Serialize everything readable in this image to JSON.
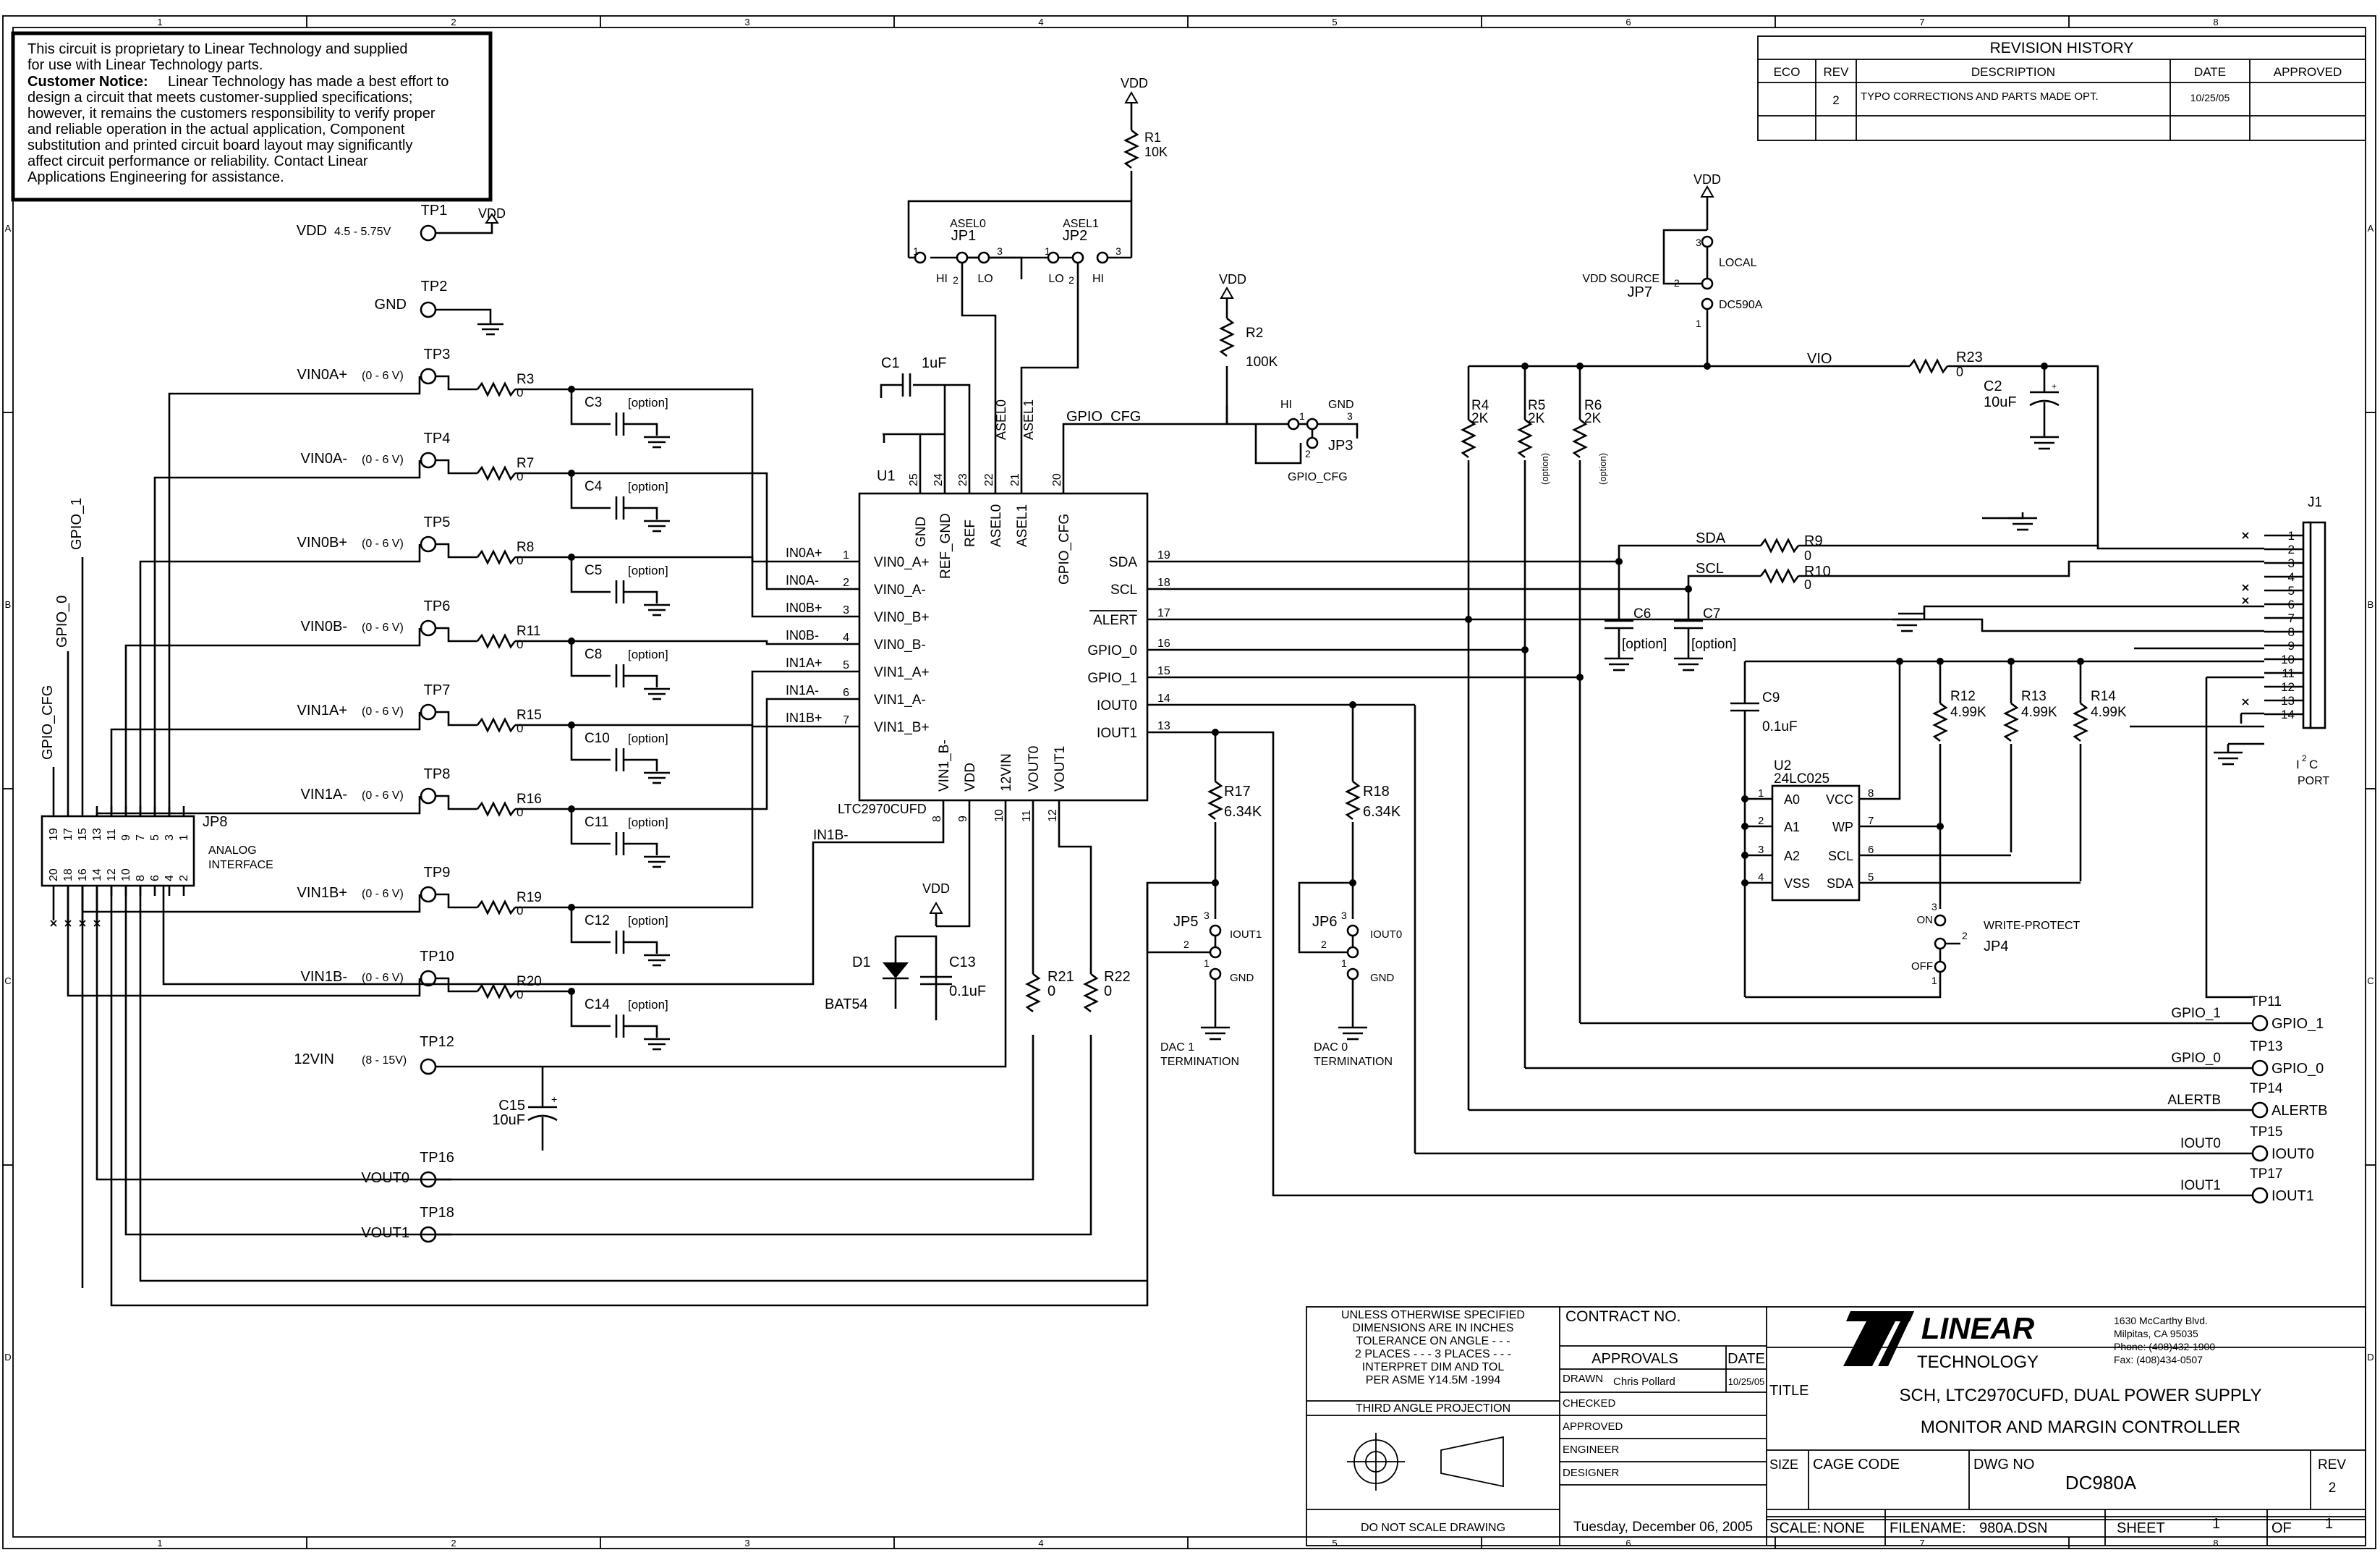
{
  "border": {
    "cols": [
      "1",
      "2",
      "3",
      "4",
      "5",
      "6",
      "7",
      "8"
    ],
    "rows": [
      "A",
      "B",
      "C",
      "D"
    ]
  },
  "notice": {
    "line1": "This circuit is proprietary to Linear Technology and supplied",
    "line2": "for use with Linear Technology parts.",
    "title": "Customer Notice:",
    "line3": "Linear Technology has made a best effort to",
    "line4": "design a circuit that meets customer-supplied specifications;",
    "line5": "however, it remains the customers responsibility to verify proper",
    "line6": "and reliable operation in the actual application, Component",
    "line7": "substitution and printed circuit board layout may significantly",
    "line8": "affect circuit performance or reliability. Contact Linear",
    "line9": "Applications Engineering for assistance."
  },
  "revision": {
    "title": "REVISION HISTORY",
    "headers": [
      "ECO",
      "REV",
      "DESCRIPTION",
      "DATE",
      "APPROVED"
    ],
    "row": {
      "eco": "",
      "rev": "2",
      "description": "TYPO CORRECTIONS AND PARTS MADE OPT.",
      "date": "10/25/05",
      "approved": ""
    }
  },
  "testpoints": [
    {
      "tp": "TP1",
      "net": "VDD",
      "range": "4.5 - 5.75V"
    },
    {
      "tp": "TP2",
      "net": "GND",
      "range": ""
    },
    {
      "tp": "TP3",
      "net": "VIN0A+",
      "range": "(0 - 6 V)"
    },
    {
      "tp": "TP4",
      "net": "VIN0A-",
      "range": "(0 - 6 V)"
    },
    {
      "tp": "TP5",
      "net": "VIN0B+",
      "range": "(0 - 6 V)"
    },
    {
      "tp": "TP6",
      "net": "VIN0B-",
      "range": "(0 - 6 V)"
    },
    {
      "tp": "TP7",
      "net": "VIN1A+",
      "range": "(0 - 6 V)"
    },
    {
      "tp": "TP8",
      "net": "VIN1A-",
      "range": "(0 - 6 V)"
    },
    {
      "tp": "TP9",
      "net": "VIN1B+",
      "range": "(0 - 6 V)"
    },
    {
      "tp": "TP10",
      "net": "VIN1B-",
      "range": "(0 - 6 V)"
    },
    {
      "tp": "TP12",
      "net": "12VIN",
      "range": "(8 - 15V)"
    },
    {
      "tp": "TP16",
      "net": "VOUT0",
      "range": ""
    },
    {
      "tp": "TP18",
      "net": "VOUT1",
      "range": ""
    }
  ],
  "input_rc": [
    {
      "r": "R3",
      "rv": "0",
      "c": "C3",
      "cv": "[option]"
    },
    {
      "r": "R7",
      "rv": "0",
      "c": "C4",
      "cv": "[option]"
    },
    {
      "r": "R8",
      "rv": "0",
      "c": "C5",
      "cv": "[option]"
    },
    {
      "r": "R11",
      "rv": "0",
      "c": "C8",
      "cv": "[option]"
    },
    {
      "r": "R15",
      "rv": "0",
      "c": "C10",
      "cv": "[option]"
    },
    {
      "r": "R16",
      "rv": "0",
      "c": "C11",
      "cv": "[option]"
    },
    {
      "r": "R19",
      "rv": "0",
      "c": "C12",
      "cv": "[option]"
    },
    {
      "r": "R20",
      "rv": "0",
      "c": "C14",
      "cv": "[option]"
    }
  ],
  "jp8": {
    "ref": "JP8",
    "label1": "ANALOG",
    "label2": "INTERFACE",
    "top_pins": [
      "19",
      "17",
      "15",
      "13",
      "11",
      "9",
      "7",
      "5",
      "3",
      "1"
    ],
    "bottom_pins": [
      "20",
      "18",
      "16",
      "14",
      "12",
      "10",
      "8",
      "6",
      "4",
      "2"
    ],
    "nets": [
      "GPIO_CFG",
      "GPIO_0",
      "GPIO_1"
    ]
  },
  "u1": {
    "ref": "U1",
    "part": "LTC2970CUFD",
    "left_pins": [
      {
        "num": "1",
        "name": "VIN0_A+",
        "net": "IN0A+"
      },
      {
        "num": "2",
        "name": "VIN0_A-",
        "net": "IN0A-"
      },
      {
        "num": "3",
        "name": "VIN0_B+",
        "net": "IN0B+"
      },
      {
        "num": "4",
        "name": "VIN0_B-",
        "net": "IN0B-"
      },
      {
        "num": "5",
        "name": "VIN1_A+",
        "net": "IN1A+"
      },
      {
        "num": "6",
        "name": "VIN1_A-",
        "net": "IN1A-"
      },
      {
        "num": "7",
        "name": "VIN1_B+",
        "net": "IN1B+"
      }
    ],
    "top_pins": [
      {
        "num": "25",
        "name": "GND"
      },
      {
        "num": "24",
        "name": "REF_GND"
      },
      {
        "num": "23",
        "name": "REF"
      },
      {
        "num": "22",
        "name": "ASEL0"
      },
      {
        "num": "21",
        "name": "ASEL1"
      },
      {
        "num": "20",
        "name": "GPIO_CFG"
      }
    ],
    "right_pins": [
      {
        "num": "19",
        "name": "SDA"
      },
      {
        "num": "18",
        "name": "SCL"
      },
      {
        "num": "17",
        "name": "ALERT"
      },
      {
        "num": "16",
        "name": "GPIO_0"
      },
      {
        "num": "15",
        "name": "GPIO_1"
      },
      {
        "num": "14",
        "name": "IOUT0"
      },
      {
        "num": "13",
        "name": "IOUT1"
      }
    ],
    "bottom_pins": [
      {
        "num": "8",
        "name": "VIN1_B-"
      },
      {
        "num": "9",
        "name": "VDD"
      },
      {
        "num": "10",
        "name": "12VIN"
      },
      {
        "num": "11",
        "name": "VOUT0"
      },
      {
        "num": "12",
        "name": "VOUT1"
      }
    ],
    "in1b_minus": "IN1B-"
  },
  "parts": {
    "vdd": "VDD",
    "r1": {
      "ref": "R1",
      "value": "10K"
    },
    "r2": {
      "ref": "R2",
      "value": "100K"
    },
    "jp1": {
      "ref": "JP1",
      "label": "ASEL0",
      "hi": "HI",
      "lo": "LO"
    },
    "jp2": {
      "ref": "JP2",
      "label": "ASEL1",
      "hi": "HI",
      "lo": "LO"
    },
    "jp3": {
      "ref": "JP3",
      "hi": "HI",
      "gnd": "GND",
      "net": "GPIO_CFG"
    },
    "c1": {
      "ref": "C1",
      "value": "1uF"
    },
    "net_asel0": "ASEL0",
    "net_asel1": "ASEL1",
    "net_gpio_cfg": "GPIO_CFG",
    "d1": {
      "ref": "D1",
      "value": "BAT54"
    },
    "c13": {
      "ref": "C13",
      "value": "0.1uF"
    },
    "c15": {
      "ref": "C15",
      "value": "10uF"
    },
    "r21": {
      "ref": "R21",
      "value": "0"
    },
    "r22": {
      "ref": "R22",
      "value": "0"
    },
    "r17": {
      "ref": "R17",
      "value": "6.34K"
    },
    "r18": {
      "ref": "R18",
      "value": "6.34K"
    },
    "jp5": {
      "ref": "JP5",
      "net": "IOUT1",
      "gnd": "GND",
      "note1": "DAC 1",
      "note2": "TERMINATION"
    },
    "jp6": {
      "ref": "JP6",
      "net": "IOUT0",
      "gnd": "GND",
      "note1": "DAC 0",
      "note2": "TERMINATION"
    },
    "jp7": {
      "ref": "JP7",
      "label": "VDD SOURCE",
      "local": "LOCAL",
      "ext": "DC590A"
    },
    "vio": "VIO",
    "r23": {
      "ref": "R23",
      "value": "0"
    },
    "c2": {
      "ref": "C2",
      "value": "10uF"
    },
    "r4": {
      "ref": "R4",
      "value": "2K"
    },
    "r5": {
      "ref": "R5",
      "value": "2K",
      "note": "(option)"
    },
    "r6": {
      "ref": "R6",
      "value": "2K",
      "note": "(option)"
    },
    "r9": {
      "ref": "R9",
      "value": "0",
      "net": "SDA"
    },
    "r10": {
      "ref": "R10",
      "value": "0",
      "net": "SCL"
    },
    "c6": {
      "ref": "C6",
      "value": "[option]"
    },
    "c7": {
      "ref": "C7",
      "value": "[option]"
    },
    "c9": {
      "ref": "C9",
      "value": "0.1uF"
    },
    "r12": {
      "ref": "R12",
      "value": "4.99K"
    },
    "r13": {
      "ref": "R13",
      "value": "4.99K"
    },
    "r14": {
      "ref": "R14",
      "value": "4.99K"
    },
    "u2": {
      "ref": "U2",
      "part": "24LC025",
      "left": [
        {
          "num": "1",
          "name": "A0"
        },
        {
          "num": "2",
          "name": "A1"
        },
        {
          "num": "3",
          "name": "A2"
        },
        {
          "num": "4",
          "name": "VSS"
        }
      ],
      "right": [
        {
          "num": "8",
          "name": "VCC"
        },
        {
          "num": "7",
          "name": "WP"
        },
        {
          "num": "6",
          "name": "SCL"
        },
        {
          "num": "5",
          "name": "SDA"
        }
      ]
    },
    "jp4": {
      "ref": "JP4",
      "label": "WRITE-PROTECT",
      "on": "ON",
      "off": "OFF"
    },
    "j1": {
      "ref": "J1",
      "label1": "I",
      "label2": "C",
      "label3": "PORT",
      "sup": "2",
      "pins": [
        "1",
        "2",
        "3",
        "4",
        "5",
        "6",
        "7",
        "8",
        "9",
        "10",
        "11",
        "12",
        "13",
        "14"
      ]
    }
  },
  "right_tps": [
    {
      "net": "GPIO_1",
      "tp": "TP11",
      "label": "GPIO_1"
    },
    {
      "net": "GPIO_0",
      "tp": "TP13",
      "label": "GPIO_0"
    },
    {
      "net": "ALERTB",
      "tp": "TP14",
      "label": "ALERTB"
    },
    {
      "net": "IOUT0",
      "tp": "TP15",
      "label": "IOUT0"
    },
    {
      "net": "IOUT1",
      "tp": "TP17",
      "label": "IOUT1"
    }
  ],
  "titleblock": {
    "tol1": "UNLESS OTHERWISE SPECIFIED",
    "tol2": "DIMENSIONS ARE IN INCHES",
    "tol3": "TOLERANCE ON ANGLE - - -",
    "tol4": "2 PLACES - - -    3 PLACES - - -",
    "tol5": "INTERPRET DIM AND TOL",
    "tol6": "PER ASME Y14.5M -1994",
    "proj": "THIRD ANGLE PROJECTION",
    "noscale": "DO NOT SCALE DRAWING",
    "contract": "CONTRACT NO.",
    "approvals": "APPROVALS",
    "date_h": "DATE",
    "drawn": "DRAWN",
    "drawn_by": "Chris Pollard",
    "drawn_date": "10/25/05",
    "checked": "CHECKED",
    "approved": "APPROVED",
    "engineer": "ENGINEER",
    "designer": "DESIGNER",
    "print_date": "Tuesday, December 06, 2005",
    "logo1": "LINEAR",
    "logo2": "TECHNOLOGY",
    "addr1": "1630 McCarthy Blvd.",
    "addr2": "Milpitas, CA 95035",
    "addr3": "Phone: (408)432-1900",
    "addr4": "Fax: (408)434-0507",
    "title_h": "TITLE",
    "title1": "SCH, LTC2970CUFD, DUAL POWER SUPPLY",
    "title2": "MONITOR AND MARGIN CONTROLLER",
    "size_h": "SIZE",
    "cage_h": "CAGE CODE",
    "dwg_h": "DWG NO",
    "dwg_no": "DC980A",
    "rev_h": "REV",
    "rev": "2",
    "scale_h": "SCALE:",
    "scale": "NONE",
    "file_h": "FILENAME:",
    "file": "980A.DSN",
    "sheet_h": "SHEET",
    "sheet": "1",
    "of_h": "OF",
    "of": "1"
  }
}
